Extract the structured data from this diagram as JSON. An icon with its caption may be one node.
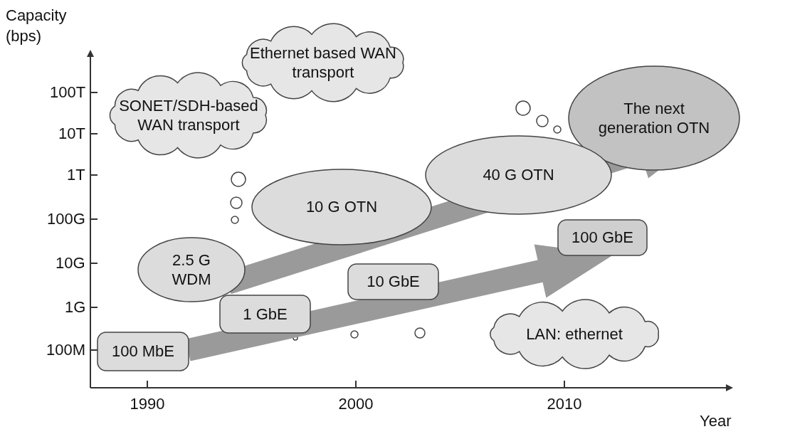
{
  "diagram": {
    "nodes": [
      {
        "text": [
          "SONET/SDH-based WAN transport"
        ]
      },
      {
        "text": [
          "Ethernet based WAN transport"
        ]
      },
      {
        "text": [
          "The next generation OTN"
        ]
      },
      {
        "text": [
          "40 G OTN"
        ]
      },
      {
        "text": [
          "10 G OTN"
        ]
      },
      {
        "text": [
          "2.5 G WDM"
        ]
      },
      {
        "text": [
          "100 GbE"
        ]
      },
      {
        "text": [
          "10 GbE"
        ]
      },
      {
        "text": [
          "1 GbE"
        ]
      },
      {
        "text": [
          "LAN: ethernet"
        ]
      },
      {
        "text": [
          "100 MbE"
        ]
      }
    ],
    "edges": [
      {
        "from": 5,
        "to": 2,
        "arrow": "to",
        "style": "thick"
      },
      {
        "from": 10,
        "to": 6,
        "arrow": "to",
        "style": "thick"
      }
    ],
    "labels": [
      "Capacity (bps)",
      "100T",
      "10T",
      "1T",
      "100G",
      "10G",
      "1G",
      "100M",
      "1990",
      "2000",
      "2010",
      "Year"
    ]
  }
}
